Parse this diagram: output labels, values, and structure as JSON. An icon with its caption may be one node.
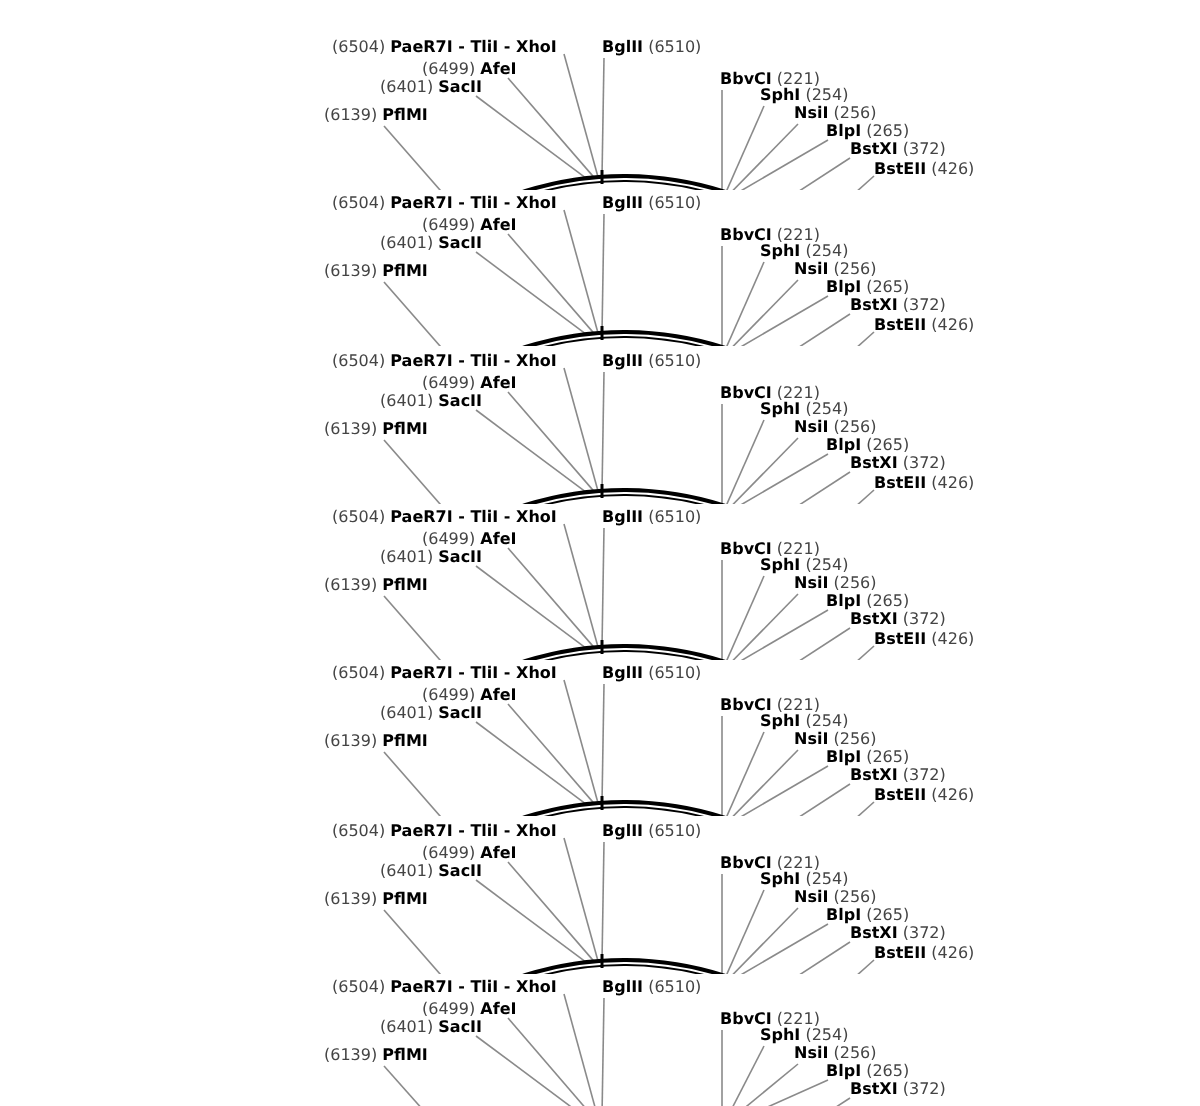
{
  "diagram": {
    "nodes": [
      {
        "text": [
          "(6504) **PaeR7I - TliI - XhoI**"
        ]
      },
      {
        "text": [
          "**BglII** (6510)"
        ]
      },
      {
        "text": [
          "(6499) **AfeI**"
        ]
      },
      {
        "text": [
          "(6401) **SacII**"
        ]
      },
      {
        "text": [
          "(6139) **PflMI**"
        ]
      },
      {
        "text": [
          "**BbvCI** (221)"
        ]
      },
      {
        "text": [
          "**SphI** (254)"
        ]
      },
      {
        "text": [
          "**NsiI** (256)"
        ]
      },
      {
        "text": [
          "**BlpI** (265)"
        ]
      },
      {
        "text": [
          "**BstXI** (372)"
        ]
      },
      {
        "text": [
          "**BstEII** (426)"
        ]
      },
      {
        "text": [],
        "shape": "circle"
      },
      {
        "text": [
          "(6504) **PaeR7I - TliI - XhoI**"
        ]
      },
      {
        "text": [
          "**BglII** (6510)"
        ]
      },
      {
        "text": [
          "(6499) **AfeI**"
        ]
      },
      {
        "text": [
          "(6401) **SacII**"
        ]
      },
      {
        "text": [
          "(6139) **PflMI**"
        ]
      },
      {
        "text": [
          "**BbvCI** (221)"
        ]
      },
      {
        "text": [
          "**SphI** (254)"
        ]
      },
      {
        "text": [
          "**NsiI** (256)"
        ]
      },
      {
        "text": [
          "**BlpI** (265)"
        ]
      },
      {
        "text": [
          "**BstXI** (372)"
        ]
      },
      {
        "text": [
          "**BstEII** (426)"
        ]
      },
      {
        "text": [],
        "shape": "circle"
      },
      {
        "text": [
          "(6504) **PaeR7I - TliI - XhoI**"
        ]
      },
      {
        "text": [
          "**BglII** (6510)"
        ]
      },
      {
        "text": [
          "(6499) **AfeI**"
        ]
      },
      {
        "text": [
          "(6401) **SacII**"
        ]
      },
      {
        "text": [
          "(6139) **PflMI**"
        ]
      },
      {
        "text": [
          "**BbvCI** (221)"
        ]
      },
      {
        "text": [
          "**SphI** (254)"
        ]
      },
      {
        "text": [
          "**NsiI** (256)"
        ]
      },
      {
        "text": [
          "**BlpI** (265)"
        ]
      },
      {
        "text": [
          "**BstXI** (372)"
        ]
      },
      {
        "text": [
          "**BstEII** (426)"
        ]
      },
      {
        "text": [],
        "shape": "circle"
      },
      {
        "text": [
          "(6504) **PaeR7I - TliI - XhoI**"
        ]
      },
      {
        "text": [
          "**BglII** (6510)"
        ]
      },
      {
        "text": [
          "(6499) **AfeI**"
        ]
      },
      {
        "text": [
          "(6401) **SacII**"
        ]
      },
      {
        "text": [
          "(6139) **PflMI**"
        ]
      },
      {
        "text": [
          "**BbvCI** (221)"
        ]
      },
      {
        "text": [
          "**SphI** (254)"
        ]
      },
      {
        "text": [
          "**NsiI** (256)"
        ]
      },
      {
        "text": [
          "**BlpI** (265)"
        ]
      },
      {
        "text": [
          "**BstXI** (372)"
        ]
      },
      {
        "text": [
          "**BstEII** (426)"
        ]
      },
      {
        "text": [],
        "shape": "circle"
      },
      {
        "text": [
          "(6504) **PaeR7I - TliI - XhoI**"
        ]
      },
      {
        "text": [
          "**BglII** (6510)"
        ]
      },
      {
        "text": [
          "(6499) **AfeI**"
        ]
      },
      {
        "text": [
          "(6401) **SacII**"
        ]
      },
      {
        "text": [
          "(6139) **PflMI**"
        ]
      },
      {
        "text": [
          "**BbvCI** (221)"
        ]
      },
      {
        "text": [
          "**SphI** (254)"
        ]
      },
      {
        "text": [
          "**NsiI** (256)"
        ]
      },
      {
        "text": [
          "**BlpI** (265)"
        ]
      },
      {
        "text": [
          "**BstXI** (372)"
        ]
      },
      {
        "text": [
          "**BstEII** (426)"
        ]
      },
      {
        "text": [],
        "shape": "circle"
      },
      {
        "text": [
          "(6504) **PaeR7I - TliI - XhoI**"
        ]
      },
      {
        "text": [
          "**BglII** (6510)"
        ]
      },
      {
        "text": [
          "(6499) **AfeI**"
        ]
      },
      {
        "text": [
          "(6401) **SacII**"
        ]
      },
      {
        "text": [
          "(6139) **PflMI**"
        ]
      },
      {
        "text": [
          "**BbvCI** (221)"
        ]
      },
      {
        "text": [
          "**SphI** (254)"
        ]
      },
      {
        "text": [
          "**NsiI** (256)"
        ]
      },
      {
        "text": [
          "**BlpI** (265)"
        ]
      },
      {
        "text": [
          "**BstXI** (372)"
        ]
      },
      {
        "text": [
          "**BstEII** (426)"
        ]
      },
      {
        "text": [],
        "shape": "circle"
      },
      {
        "text": [
          "(6504) **PaeR7I - TliI - XhoI**"
        ]
      },
      {
        "text": [
          "**BglII** (6510)"
        ]
      },
      {
        "text": [
          "(6499) **AfeI**"
        ]
      },
      {
        "text": [
          "(6401) **SacII**"
        ]
      },
      {
        "text": [
          "(6139) **PflMI**"
        ]
      },
      {
        "text": [
          "**BbvCI** (221)"
        ]
      },
      {
        "text": [
          "**SphI** (254)"
        ]
      },
      {
        "text": [
          "**NsiI** (256)"
        ]
      },
      {
        "text": [
          "**BlpI** (265)"
        ]
      },
      {
        "text": [
          "**BstXI** (372)"
        ]
      }
    ],
    "edges": [
      {
        "from": 0,
        "to": 11,
        "arrow": "none"
      },
      {
        "from": 1,
        "to": 11,
        "arrow": "none"
      },
      {
        "from": 2,
        "to": 11,
        "arrow": "none"
      },
      {
        "from": 3,
        "to": 11,
        "arrow": "none"
      },
      {
        "from": 4,
        "to": 11,
        "arrow": "none"
      },
      {
        "from": 5,
        "to": 11,
        "arrow": "none"
      },
      {
        "from": 6,
        "to": 11,
        "arrow": "none"
      },
      {
        "from": 7,
        "to": 11,
        "arrow": "none"
      },
      {
        "from": 8,
        "to": 11,
        "arrow": "none"
      },
      {
        "from": 9,
        "to": 11,
        "arrow": "none"
      },
      {
        "from": 10,
        "to": 11,
        "arrow": "none"
      },
      {
        "from": 12,
        "to": 23,
        "arrow": "none"
      },
      {
        "from": 13,
        "to": 23,
        "arrow": "none"
      },
      {
        "from": 14,
        "to": 23,
        "arrow": "none"
      },
      {
        "from": 15,
        "to": 23,
        "arrow": "none"
      },
      {
        "from": 16,
        "to": 23,
        "arrow": "none"
      },
      {
        "from": 17,
        "to": 23,
        "arrow": "none"
      },
      {
        "from": 18,
        "to": 23,
        "arrow": "none"
      },
      {
        "from": 19,
        "to": 23,
        "arrow": "none"
      },
      {
        "from": 20,
        "to": 23,
        "arrow": "none"
      },
      {
        "from": 21,
        "to": 23,
        "arrow": "none"
      },
      {
        "from": 22,
        "to": 23,
        "arrow": "none"
      },
      {
        "from": 24,
        "to": 35,
        "arrow": "none"
      },
      {
        "from": 25,
        "to": 35,
        "arrow": "none"
      },
      {
        "from": 26,
        "to": 35,
        "arrow": "none"
      },
      {
        "from": 27,
        "to": 35,
        "arrow": "none"
      },
      {
        "from": 28,
        "to": 35,
        "arrow": "none"
      },
      {
        "from": 29,
        "to": 35,
        "arrow": "none"
      },
      {
        "from": 30,
        "to": 35,
        "arrow": "none"
      },
      {
        "from": 31,
        "to": 35,
        "arrow": "none"
      },
      {
        "from": 32,
        "to": 35,
        "arrow": "none"
      },
      {
        "from": 33,
        "to": 35,
        "arrow": "none"
      },
      {
        "from": 34,
        "to": 35,
        "arrow": "none"
      },
      {
        "from": 36,
        "to": 47,
        "arrow": "none"
      },
      {
        "from": 37,
        "to": 47,
        "arrow": "none"
      },
      {
        "from": 38,
        "to": 47,
        "arrow": "none"
      },
      {
        "from": 39,
        "to": 47,
        "arrow": "none"
      },
      {
        "from": 40,
        "to": 47,
        "arrow": "none"
      },
      {
        "from": 41,
        "to": 47,
        "arrow": "none"
      },
      {
        "from": 42,
        "to": 47,
        "arrow": "none"
      },
      {
        "from": 43,
        "to": 47,
        "arrow": "none"
      },
      {
        "from": 44,
        "to": 47,
        "arrow": "none"
      },
      {
        "from": 45,
        "to": 47,
        "arrow": "none"
      },
      {
        "from": 46,
        "to": 47,
        "arrow": "none"
      },
      {
        "from": 48,
        "to": 59,
        "arrow": "none"
      },
      {
        "from": 49,
        "to": 59,
        "arrow": "none"
      },
      {
        "from": 50,
        "to": 59,
        "arrow": "none"
      },
      {
        "from": 51,
        "to": 59,
        "arrow": "none"
      },
      {
        "from": 52,
        "to": 59,
        "arrow": "none"
      },
      {
        "from": 53,
        "to": 59,
        "arrow": "none"
      },
      {
        "from": 54,
        "to": 59,
        "arrow": "none"
      },
      {
        "from": 55,
        "to": 59,
        "arrow": "none"
      },
      {
        "from": 56,
        "to": 59,
        "arrow": "none"
      },
      {
        "from": 57,
        "to": 59,
        "arrow": "none"
      },
      {
        "from": 58,
        "to": 59,
        "arrow": "none"
      },
      {
        "from": 60,
        "to": 71,
        "arrow": "none"
      },
      {
        "from": 61,
        "to": 71,
        "arrow": "none"
      },
      {
        "from": 62,
        "to": 71,
        "arrow": "none"
      },
      {
        "from": 63,
        "to": 71,
        "arrow": "none"
      },
      {
        "from": 64,
        "to": 71,
        "arrow": "none"
      },
      {
        "from": 65,
        "to": 71,
        "arrow": "none"
      },
      {
        "from": 66,
        "to": 71,
        "arrow": "none"
      },
      {
        "from": 67,
        "to": 71,
        "arrow": "none"
      },
      {
        "from": 68,
        "to": 71,
        "arrow": "none"
      },
      {
        "from": 69,
        "to": 71,
        "arrow": "none"
      },
      {
        "from": 70,
        "to": 71,
        "arrow": "none"
      },
      {
        "from": 72,
        "to": null,
        "arrow": "none"
      },
      {
        "from": 73,
        "to": null,
        "arrow": "none"
      },
      {
        "from": 74,
        "to": null,
        "arrow": "none"
      },
      {
        "from": 75,
        "to": null,
        "arrow": "none"
      },
      {
        "from": 76,
        "to": null,
        "arrow": "none"
      },
      {
        "from": 77,
        "to": null,
        "arrow": "none"
      },
      {
        "from": 78,
        "to": null,
        "arrow": "none"
      },
      {
        "from": 79,
        "to": null,
        "arrow": "none"
      },
      {
        "from": 80,
        "to": null,
        "arrow": "none"
      },
      {
        "from": 81,
        "to": null,
        "arrow": "none"
      }
    ]
  }
}
